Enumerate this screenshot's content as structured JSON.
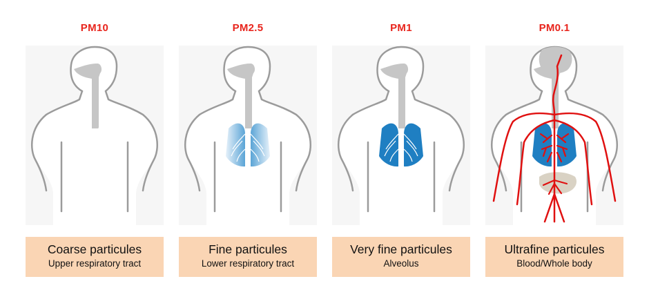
{
  "panels": [
    {
      "id": "pm10",
      "size_label": "PM10",
      "category": "Coarse particules",
      "reach": "Upper respiratory tract"
    },
    {
      "id": "pm2_5",
      "size_label": "PM2.5",
      "category": "Fine particules",
      "reach": "Lower respiratory tract"
    },
    {
      "id": "pm1",
      "size_label": "PM1",
      "category": "Very fine particules",
      "reach": "Alveolus"
    },
    {
      "id": "pm0_1",
      "size_label": "PM0.1",
      "category": "Ultrafine particules",
      "reach": "Blood/Whole body"
    }
  ],
  "colors": {
    "label_red": "#e8241c",
    "caption_bg": "#fad5b4",
    "lung_blue": "#1f7fc2",
    "blood_red": "#e01010",
    "airway_gray": "#c6c6c6",
    "outline_gray": "#9b9b9b"
  }
}
